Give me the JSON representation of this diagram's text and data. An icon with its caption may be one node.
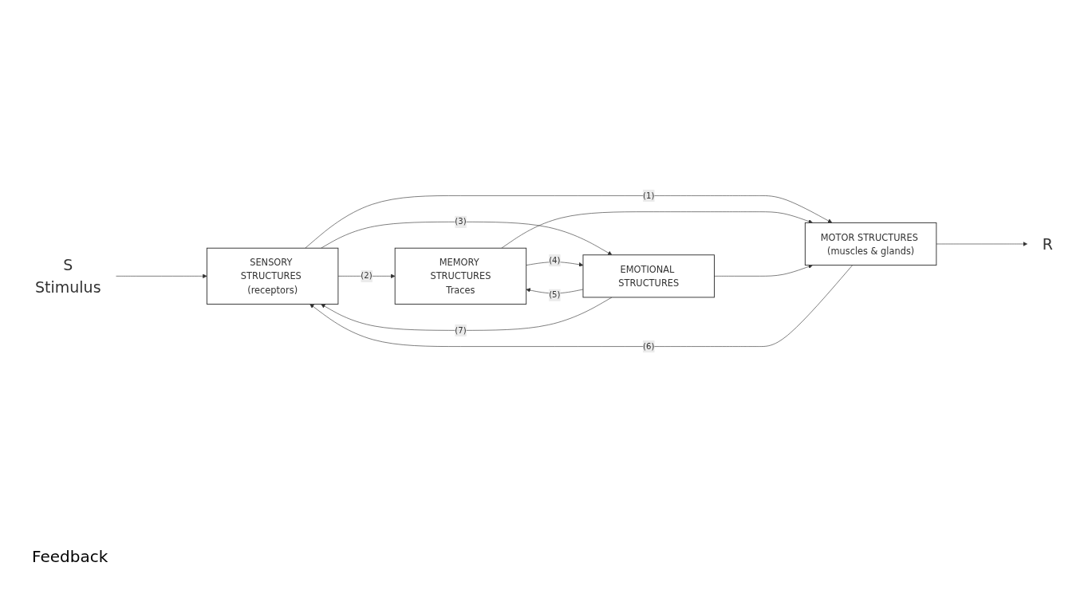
{
  "diagram": {
    "nodes": [
      {
        "text": [
          "S"
        ],
        "beside": [
          "Stimulus"
        ]
      },
      {
        "text": [
          "SENSORY STRUCTURES (receptors)"
        ]
      },
      {
        "text": [
          "MEMORY STRUCTURES",
          "Traces"
        ]
      },
      {
        "text": [
          "EMOTIONAL STRUCTURES"
        ]
      },
      {
        "text": [
          "MOTOR STRUCTURES (muscles & glands)"
        ]
      },
      {
        "text": [
          "R"
        ]
      }
    ],
    "edges": [
      {
        "from": 0,
        "to": 1,
        "arrow": "to"
      },
      {
        "from": 1,
        "to": 4,
        "arrow": "to",
        "label": "(1)"
      },
      {
        "from": 1,
        "to": 2,
        "arrow": "to",
        "label": "(2)"
      },
      {
        "from": 1,
        "to": 3,
        "arrow": "to",
        "label": "(3)"
      },
      {
        "from": 2,
        "to": 3,
        "arrow": "to",
        "label": "(4)"
      },
      {
        "from": 3,
        "to": 2,
        "arrow": "to",
        "label": "(5)"
      },
      {
        "from": 2,
        "to": 4,
        "arrow": "to"
      },
      {
        "from": 3,
        "to": 4,
        "arrow": "to"
      },
      {
        "from": 4,
        "to": 5,
        "arrow": "to"
      },
      {
        "from": 4,
        "to": 1,
        "arrow": "to",
        "label": "(6)"
      },
      {
        "from": 3,
        "to": 1,
        "arrow": "to",
        "label": "(7)"
      }
    ],
    "labels": [
      "Feedback"
    ]
  }
}
